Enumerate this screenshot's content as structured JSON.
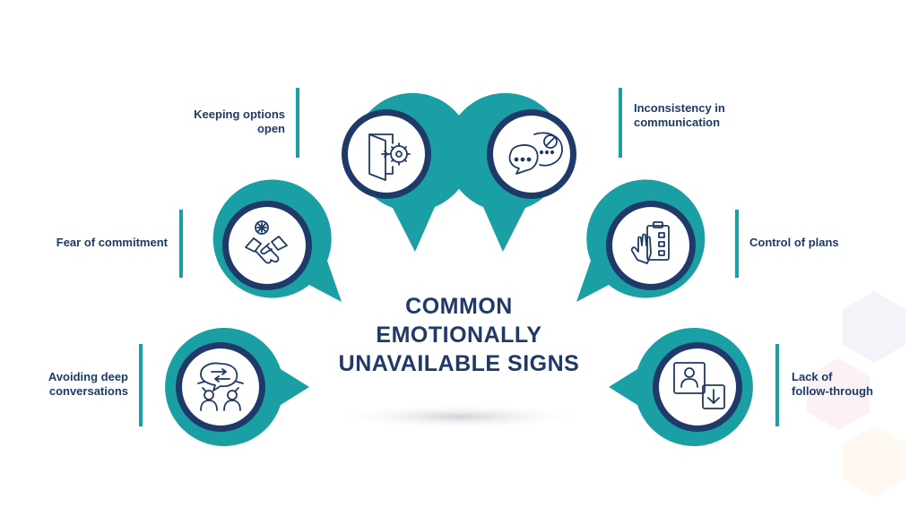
{
  "title": {
    "line1": "COMMON",
    "line2": "EMOTIONALLY",
    "line3": "UNAVAILABLE SIGNS"
  },
  "signs": [
    {
      "label": "Keeping options open",
      "line1": "Keeping options",
      "line2": "open",
      "icon": "door-gear-icon"
    },
    {
      "label": "Inconsistency in communication",
      "line1": "Inconsistency in",
      "line2": "communication",
      "icon": "chat-bubbles-icon"
    },
    {
      "label": "Fear of commitment",
      "line1": "Fear of commitment",
      "icon": "handshake-icon"
    },
    {
      "label": "Control of plans",
      "line1": "Control of plans",
      "icon": "clipboard-hand-icon"
    },
    {
      "label": "Avoiding deep conversations",
      "line1": "Avoiding deep",
      "line2": "conversations",
      "icon": "people-talking-icon"
    },
    {
      "label": "Lack of follow-through",
      "line1": "Lack of",
      "line2": "follow-through",
      "icon": "profile-download-icon"
    }
  ],
  "colors": {
    "teal": "#1aa0a4",
    "navy": "#1f3a68",
    "white": "#ffffff"
  }
}
